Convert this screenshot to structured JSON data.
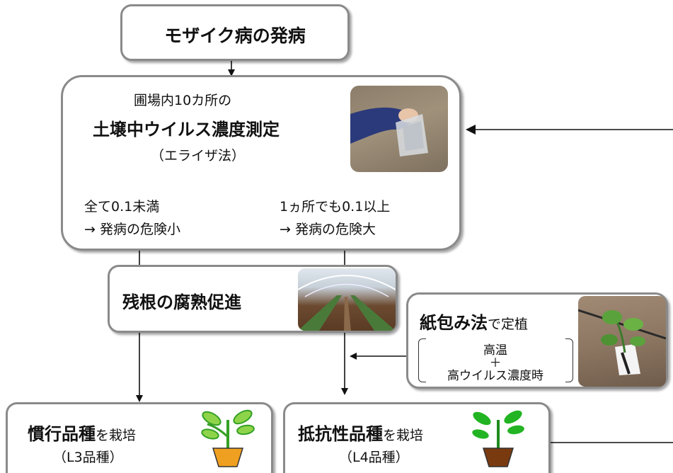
{
  "start": {
    "label": "モザイク病の発病"
  },
  "measure": {
    "line1": "圃場内10カ所の",
    "line2": "土壌中ウイルス濃度測定",
    "line3": "（エライザ法）",
    "left_line1": "全て0.1未満",
    "left_line2": "→ 発病の危険小",
    "right_line1": "1ヵ所でも0.1以上",
    "right_line2": "→ 発病の危険大"
  },
  "residue": {
    "label": "残根の腐熟促進"
  },
  "paper": {
    "title_bold": "紙包み法",
    "title_rest": "で定植",
    "cond1": "高温",
    "plus": "＋",
    "cond2": "高ウイルス濃度時"
  },
  "conventional": {
    "bold": "慣行品種",
    "rest": "を栽培",
    "sub": "（L3品種）",
    "pot_color": "#f0a020"
  },
  "resistant": {
    "bold": "抵抗性品種",
    "rest": "を栽培",
    "sub": "（L4品種）",
    "pot_color": "#7a3a10"
  }
}
